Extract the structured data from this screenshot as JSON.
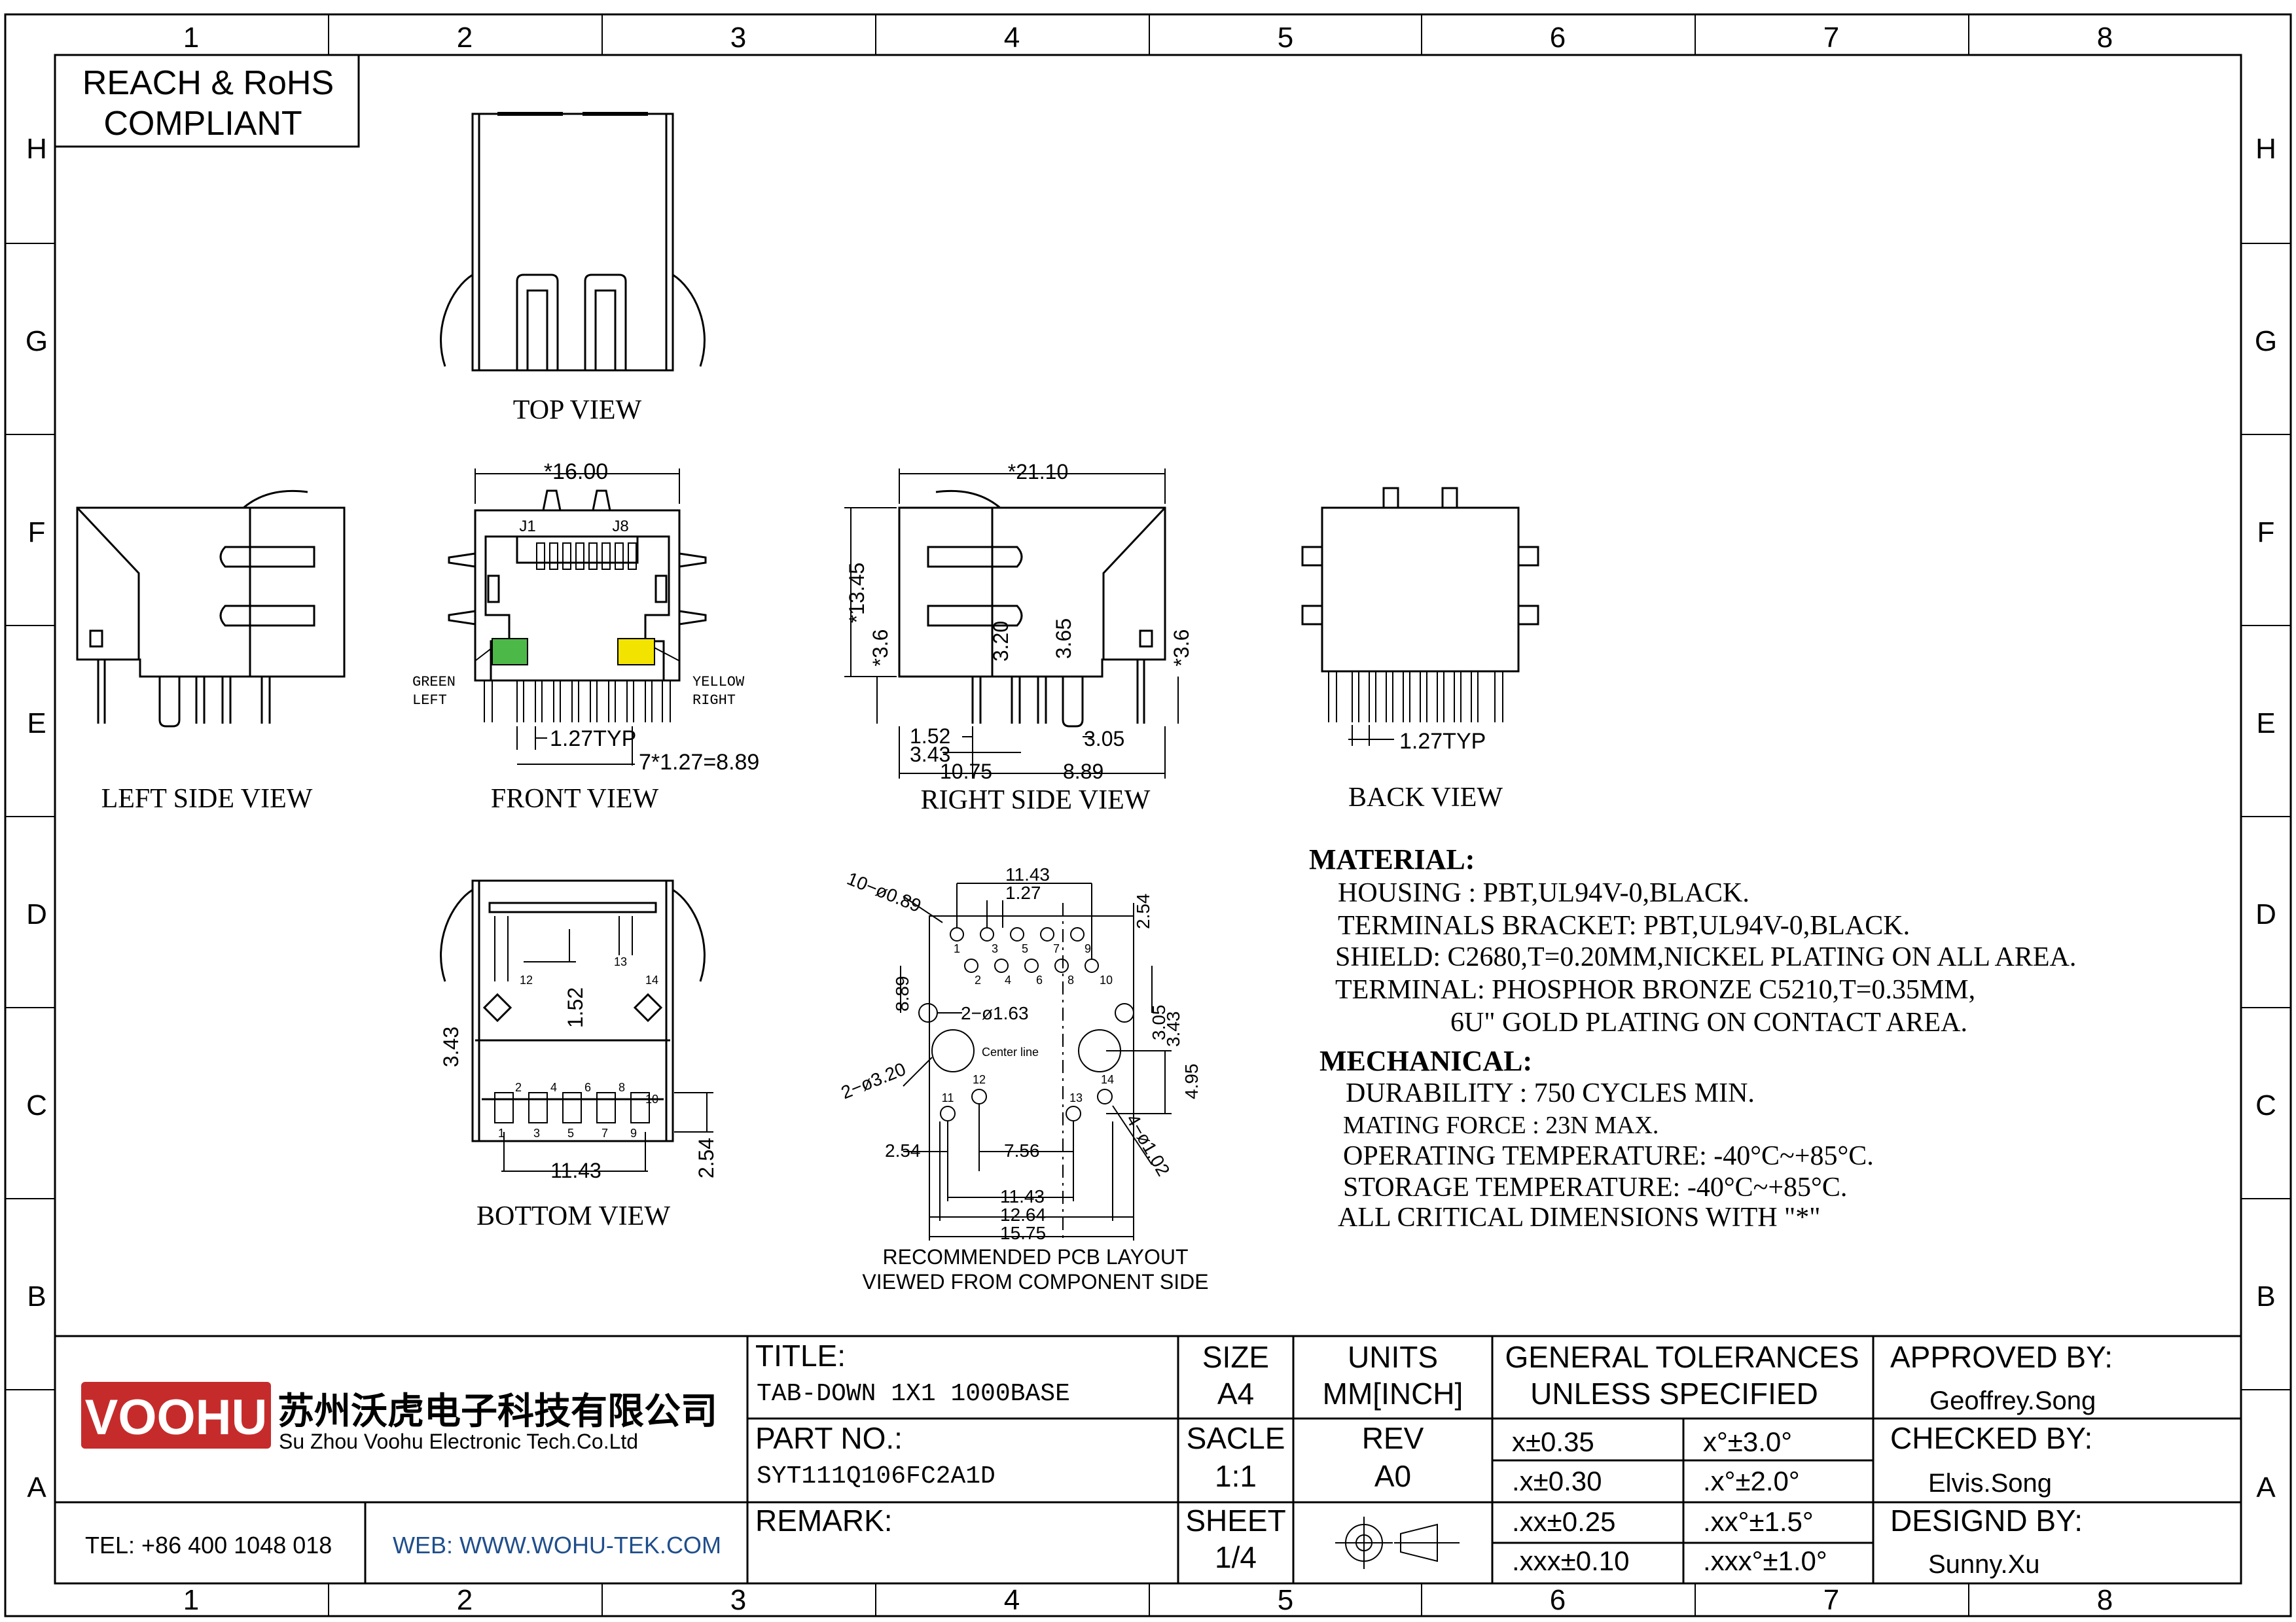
{
  "border": {
    "columns": [
      "1",
      "2",
      "3",
      "4",
      "5",
      "6",
      "7",
      "8"
    ],
    "rows": [
      "H",
      "G",
      "F",
      "E",
      "D",
      "C",
      "B",
      "A"
    ]
  },
  "compliance": {
    "line1": "REACH & RoHS",
    "line2": "COMPLIANT"
  },
  "views": {
    "top": "TOP VIEW",
    "left_side": "LEFT SIDE VIEW",
    "front": "FRONT VIEW",
    "right_side": "RIGHT SIDE VIEW",
    "back": "BACK VIEW",
    "bottom": "BOTTOM VIEW",
    "pcb_line1": "RECOMMENDED PCB LAYOUT",
    "pcb_line2": "VIEWED FROM COMPONENT SIDE"
  },
  "front_dims": {
    "width": "*16.00",
    "j1": "J1",
    "j8": "J8",
    "green1": "GREEN",
    "green2": "LEFT",
    "yellow1": "YELLOW",
    "yellow2": "RIGHT",
    "pitch": "1.27TYP",
    "span": "7*1.27=8.89"
  },
  "right_dims": {
    "length": "*21.10",
    "height": "*13.45",
    "d36a": "*3.6",
    "d320": "3.20",
    "d365": "3.65",
    "d36b": "*3.6",
    "d152": "1.52",
    "d343": "3.43",
    "d305": "3.05",
    "d1075": "10.75",
    "d889": "8.89"
  },
  "back_dims": {
    "pitch": "1.27TYP"
  },
  "bottom_dims": {
    "d152": "1.52",
    "d343": "3.43",
    "d1143": "11.43",
    "d254": "2.54",
    "pins": [
      "1",
      "2",
      "3",
      "4",
      "5",
      "6",
      "7",
      "8",
      "9",
      "10",
      "12",
      "13",
      "14"
    ]
  },
  "pcb_dims": {
    "holes": "10−ø0.89",
    "d1143_top": "11.43",
    "d127": "1.27",
    "d254_top": "2.54",
    "d889": "8.89",
    "d305": "3.05",
    "d163": "2−ø1.63",
    "d343": "3.43",
    "center": "Center line",
    "d320": "2−ø3.20",
    "d495": "4.95",
    "d254_bot": "2.54",
    "d756": "7.56",
    "d102": "4−ø1.02",
    "d1143_bot": "11.43",
    "d1264": "12.64",
    "d1575": "15.75",
    "pins": [
      "1",
      "2",
      "3",
      "4",
      "5",
      "6",
      "7",
      "8",
      "9",
      "10",
      "11",
      "12",
      "13",
      "14"
    ]
  },
  "material": {
    "heading": "MATERIAL:",
    "lines": [
      "HOUSING : PBT,UL94V-0,BLACK.",
      "TERMINALS BRACKET: PBT,UL94V-0,BLACK.",
      "SHIELD: C2680,T=0.20MM,NICKEL PLATING ON ALL AREA.",
      "TERMINAL: PHOSPHOR BRONZE C5210,T=0.35MM,",
      "6U\" GOLD PLATING ON CONTACT AREA."
    ]
  },
  "mechanical": {
    "heading": "MECHANICAL:",
    "lines": [
      "DURABILITY : 750 CYCLES MIN.",
      "MATING FORCE : 23N MAX.",
      "OPERATING TEMPERATURE: -40°C~+85°C.",
      "STORAGE TEMPERATURE: -40°C~+85°C.",
      "ALL CRITICAL DIMENSIONS WITH \"*\""
    ]
  },
  "title_block": {
    "logo": "VOOHU",
    "company_cn": "苏州沃虎电子科技有限公司",
    "company_en": "Su Zhou Voohu Electronic Tech.Co.Ltd",
    "tel": "TEL: +86 400 1048 018",
    "web": "WEB: WWW.WOHU-TEK.COM",
    "title_label": "TITLE:",
    "title_value": "TAB-DOWN 1X1 1000BASE",
    "part_label": "PART NO.:",
    "part_value": "SYT111Q106FC2A1D",
    "remark_label": "REMARK:",
    "size_label": "SIZE",
    "size_value": "A4",
    "units_label": "UNITS",
    "units_value": "MM[INCH]",
    "scale_label": "SACLE",
    "scale_value": "1:1",
    "rev_label": "REV",
    "rev_value": "A0",
    "sheet_label": "SHEET",
    "sheet_value": "1/4",
    "tol_head1": "GENERAL TOLERANCES",
    "tol_head2": "UNLESS SPECIFIED",
    "tolerances": [
      "x±0.35",
      "x°±3.0°",
      ".x±0.30",
      ".x°±2.0°",
      ".xx±0.25",
      ".xx°±1.5°",
      ".xxx±0.10",
      ".xxx°±1.0°"
    ],
    "approved_label": "APPROVED BY:",
    "approved_value": "Geoffrey.Song",
    "checked_label": "CHECKED BY:",
    "checked_value": "Elvis.Song",
    "designed_label": "DESIGND BY:",
    "designed_value": "Sunny.Xu"
  },
  "colors": {
    "logo_red": "#c62b2b",
    "web_blue": "#1f4e8c",
    "led_green": "#4cb848",
    "led_yellow": "#f2e400"
  }
}
